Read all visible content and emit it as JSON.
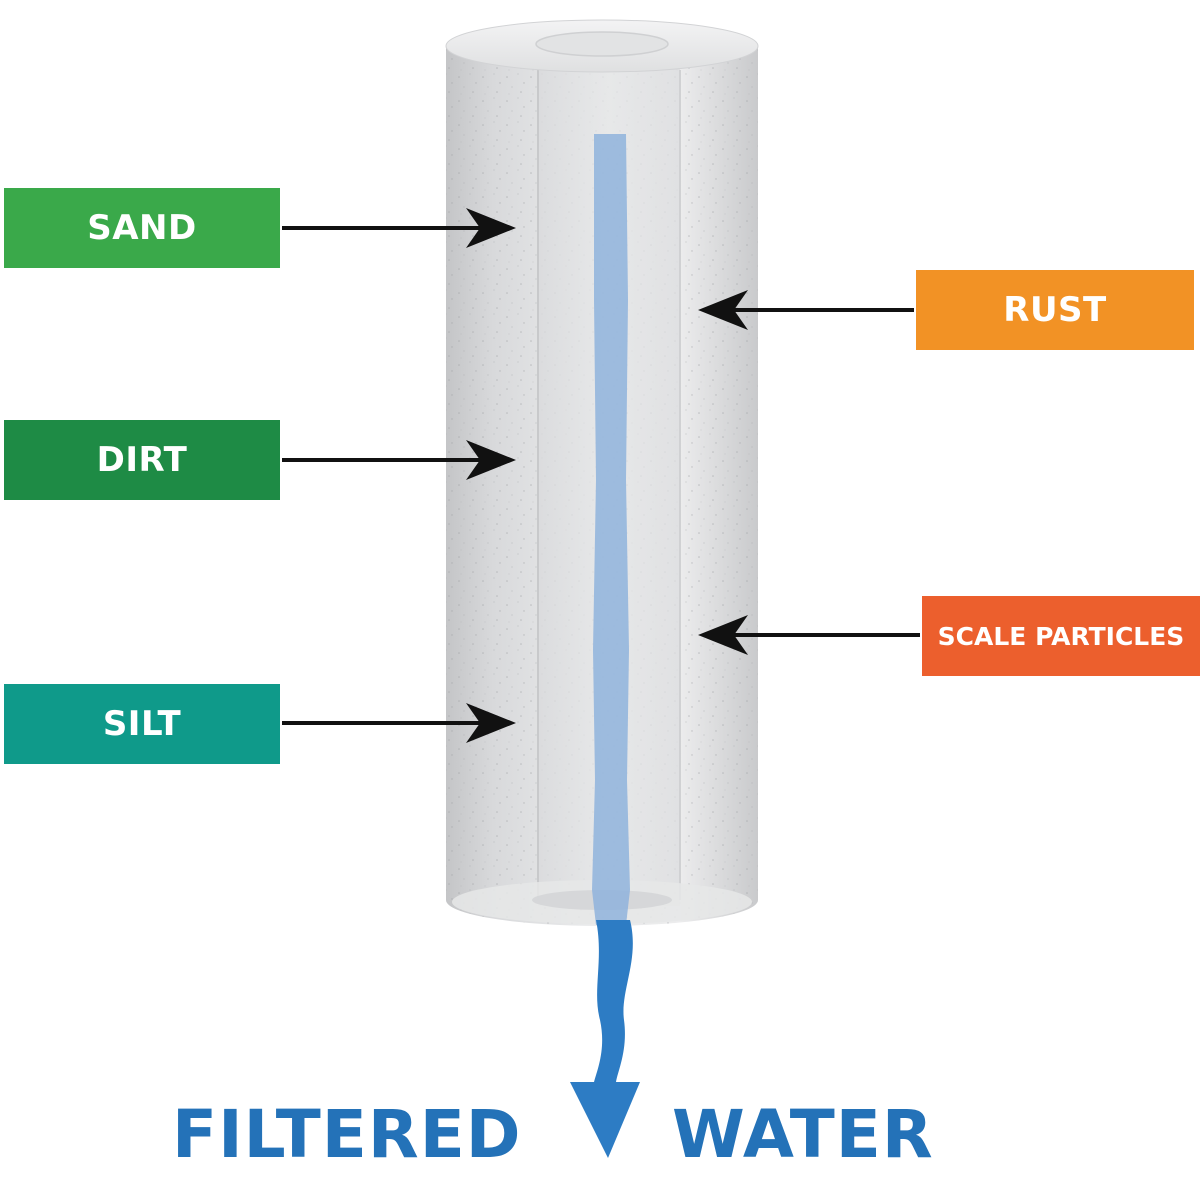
{
  "labels": {
    "sand": "SAND",
    "dirt": "DIRT",
    "silt": "SILT",
    "rust": "RUST",
    "scale": "SCALE PARTICLES"
  },
  "caption": {
    "left": "FILTERED",
    "right": "WATER"
  },
  "colors": {
    "sand": "#3aa94a",
    "dirt": "#1e8b45",
    "silt": "#0f9a8a",
    "rust": "#f29225",
    "scale": "#ec5f2d",
    "water": "#2d7cc4",
    "caption": "#2472b8",
    "arrow": "#111111"
  },
  "icons": {
    "sediment": "arrow-in-icon",
    "water": "arrow-down-icon"
  }
}
